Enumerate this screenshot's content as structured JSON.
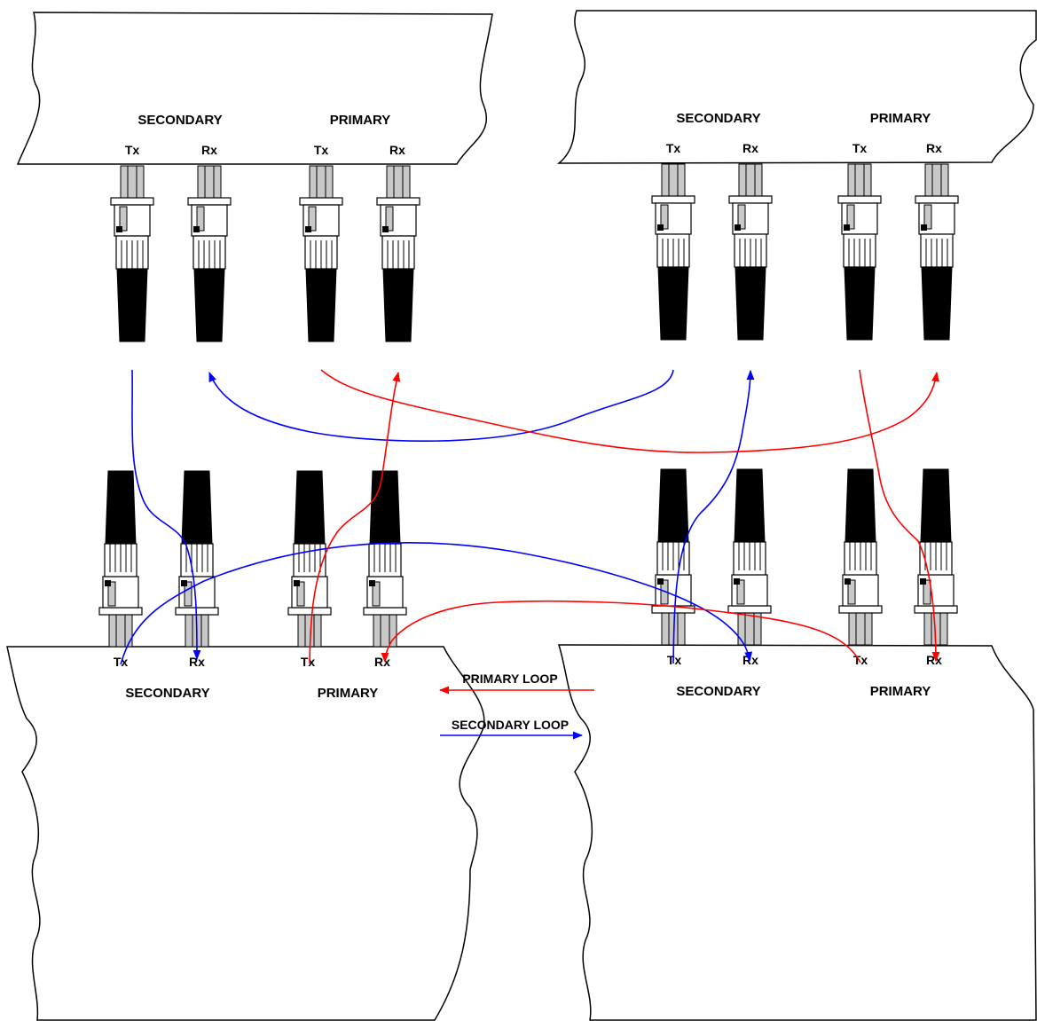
{
  "colors": {
    "primary": "#ff0000",
    "secondary": "#0000ff",
    "outline": "#000000",
    "ferrule": "#c8c8c8",
    "boot": "#000000"
  },
  "icons": {
    "connector": "st-fiber-connector-icon",
    "panel": "network-device-panel"
  },
  "units": [
    {
      "name": "top-left-unit",
      "secondary_label": "SECONDARY",
      "primary_label": "PRIMARY",
      "ports": [
        "Tx",
        "Rx",
        "Tx",
        "Rx"
      ]
    },
    {
      "name": "top-right-unit",
      "secondary_label": "SECONDARY",
      "primary_label": "PRIMARY",
      "ports": [
        "Tx",
        "Rx",
        "Tx",
        "Rx"
      ]
    },
    {
      "name": "bottom-left-unit",
      "secondary_label": "SECONDARY",
      "primary_label": "PRIMARY",
      "ports": [
        "Tx",
        "Rx",
        "Tx",
        "Rx"
      ]
    },
    {
      "name": "bottom-right-unit",
      "secondary_label": "SECONDARY",
      "primary_label": "PRIMARY",
      "ports": [
        "Tx",
        "Rx",
        "Tx",
        "Rx"
      ]
    }
  ],
  "legend": {
    "primary_loop": "PRIMARY LOOP",
    "secondary_loop": "SECONDARY LOOP",
    "primary_direction": "left",
    "secondary_direction": "right"
  }
}
